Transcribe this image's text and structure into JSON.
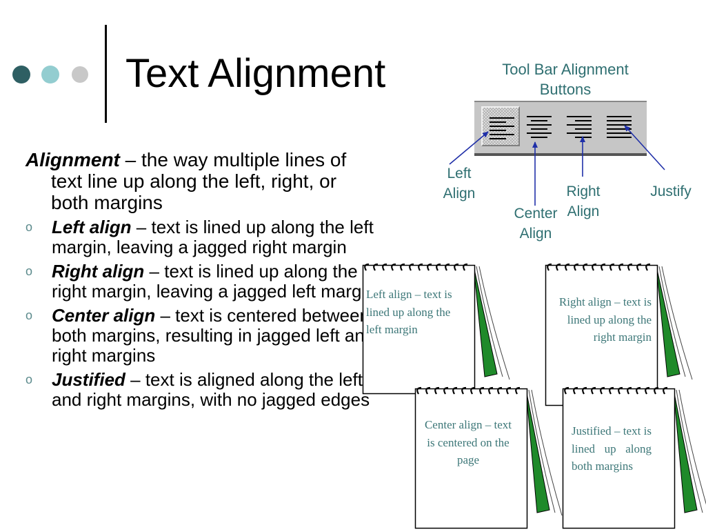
{
  "title": "Text Alignment",
  "bullet_glyph": "o",
  "definition": {
    "term": "Alignment",
    "text": " – the way multiple lines of text line up along the left, right, or both margins"
  },
  "bullets": [
    {
      "term": "Left align",
      "text": " – text is lined up along the left margin, leaving a jagged right margin"
    },
    {
      "term": "Right align",
      "text": " – text is lined up along the right margin, leaving a jagged left margin"
    },
    {
      "term": "Center align",
      "text": " – text is centered between both margins, resulting in jagged left and right margins"
    },
    {
      "term": "Justified",
      "text": " – text is aligned along the left and right margins, with no jagged edges"
    }
  ],
  "toolbar": {
    "caption": "Tool Bar Alignment Buttons",
    "buttons": [
      {
        "icon": "align-left-icon",
        "active": true
      },
      {
        "icon": "align-center-icon",
        "active": false
      },
      {
        "icon": "align-right-icon",
        "active": false
      },
      {
        "icon": "justify-icon",
        "active": false
      }
    ],
    "callouts": {
      "left_1": "Left",
      "left_2": "Align",
      "center_1": "Center",
      "center_2": "Align",
      "right_1": "Right",
      "right_2": "Align",
      "justify": "Justify"
    }
  },
  "notepads": {
    "left": "Left align – text is lined up along the left margin",
    "right": "Right align – text is lined up along the right margin",
    "center": "Center align – text is centered on the page",
    "justify": "Justified – text is lined up along both margins"
  },
  "colors": {
    "dot_dark": "#2e5f63",
    "dot_mid": "#93cdd0",
    "dot_light": "#c8c8c8",
    "accent_text": "#2f6f71",
    "pad_text": "#3d7778",
    "arrow": "#1f2fa8",
    "pad_green": "#1f8a2a"
  }
}
